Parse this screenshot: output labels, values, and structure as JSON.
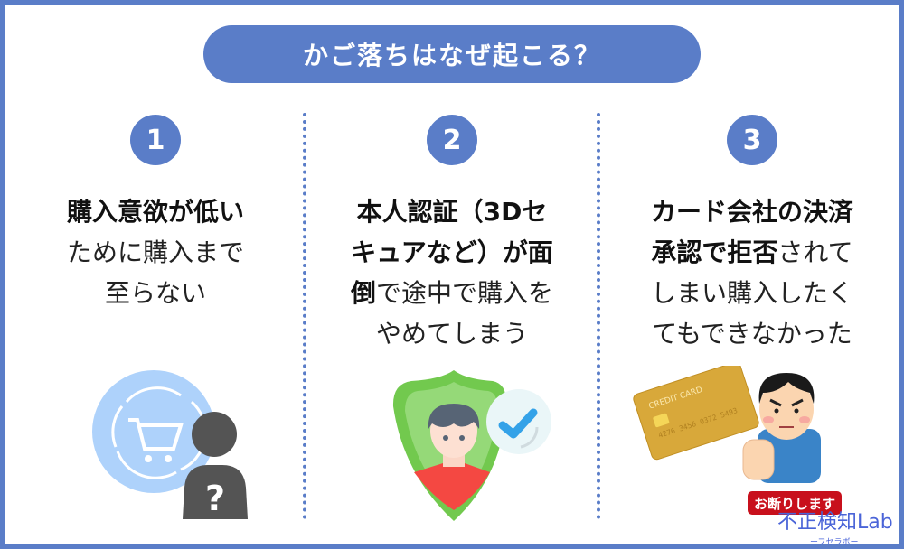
{
  "title": "かご落ちはなぜ起こる？",
  "colors": {
    "accent": "#5a7dc8",
    "badge": "#c8101c",
    "logo": "#4a64d8"
  },
  "columns": [
    {
      "number": "1",
      "lines": [
        [
          {
            "t": "購入意欲が低い",
            "b": true
          }
        ],
        [
          {
            "t": "ために購入まで",
            "b": false
          }
        ],
        [
          {
            "t": "至らない",
            "b": false
          }
        ]
      ],
      "icon": "cart-person-question-icon"
    },
    {
      "number": "2",
      "lines": [
        [
          {
            "t": "本人認証（3Dセ",
            "b": true
          }
        ],
        [
          {
            "t": "キュアなど）が面",
            "b": true
          }
        ],
        [
          {
            "t": "倒",
            "b": true
          },
          {
            "t": "で途中で購入を",
            "b": false
          }
        ],
        [
          {
            "t": "やめてしまう",
            "b": false
          }
        ]
      ],
      "icon": "shield-user-check-icon"
    },
    {
      "number": "3",
      "lines": [
        [
          {
            "t": "カード会社の決済",
            "b": true
          }
        ],
        [
          {
            "t": "承認で拒否",
            "b": true
          },
          {
            "t": "されて",
            "b": false
          }
        ],
        [
          {
            "t": "しまい購入したく",
            "b": false
          }
        ],
        [
          {
            "t": "てもできなかった",
            "b": false
          }
        ]
      ],
      "icon": "credit-card-refusal-icon",
      "card_label": "CREDIT CARD",
      "badge": "お断りします"
    }
  ],
  "logo": {
    "main": "不正検知Lab",
    "sub": "ーフセラボー"
  }
}
